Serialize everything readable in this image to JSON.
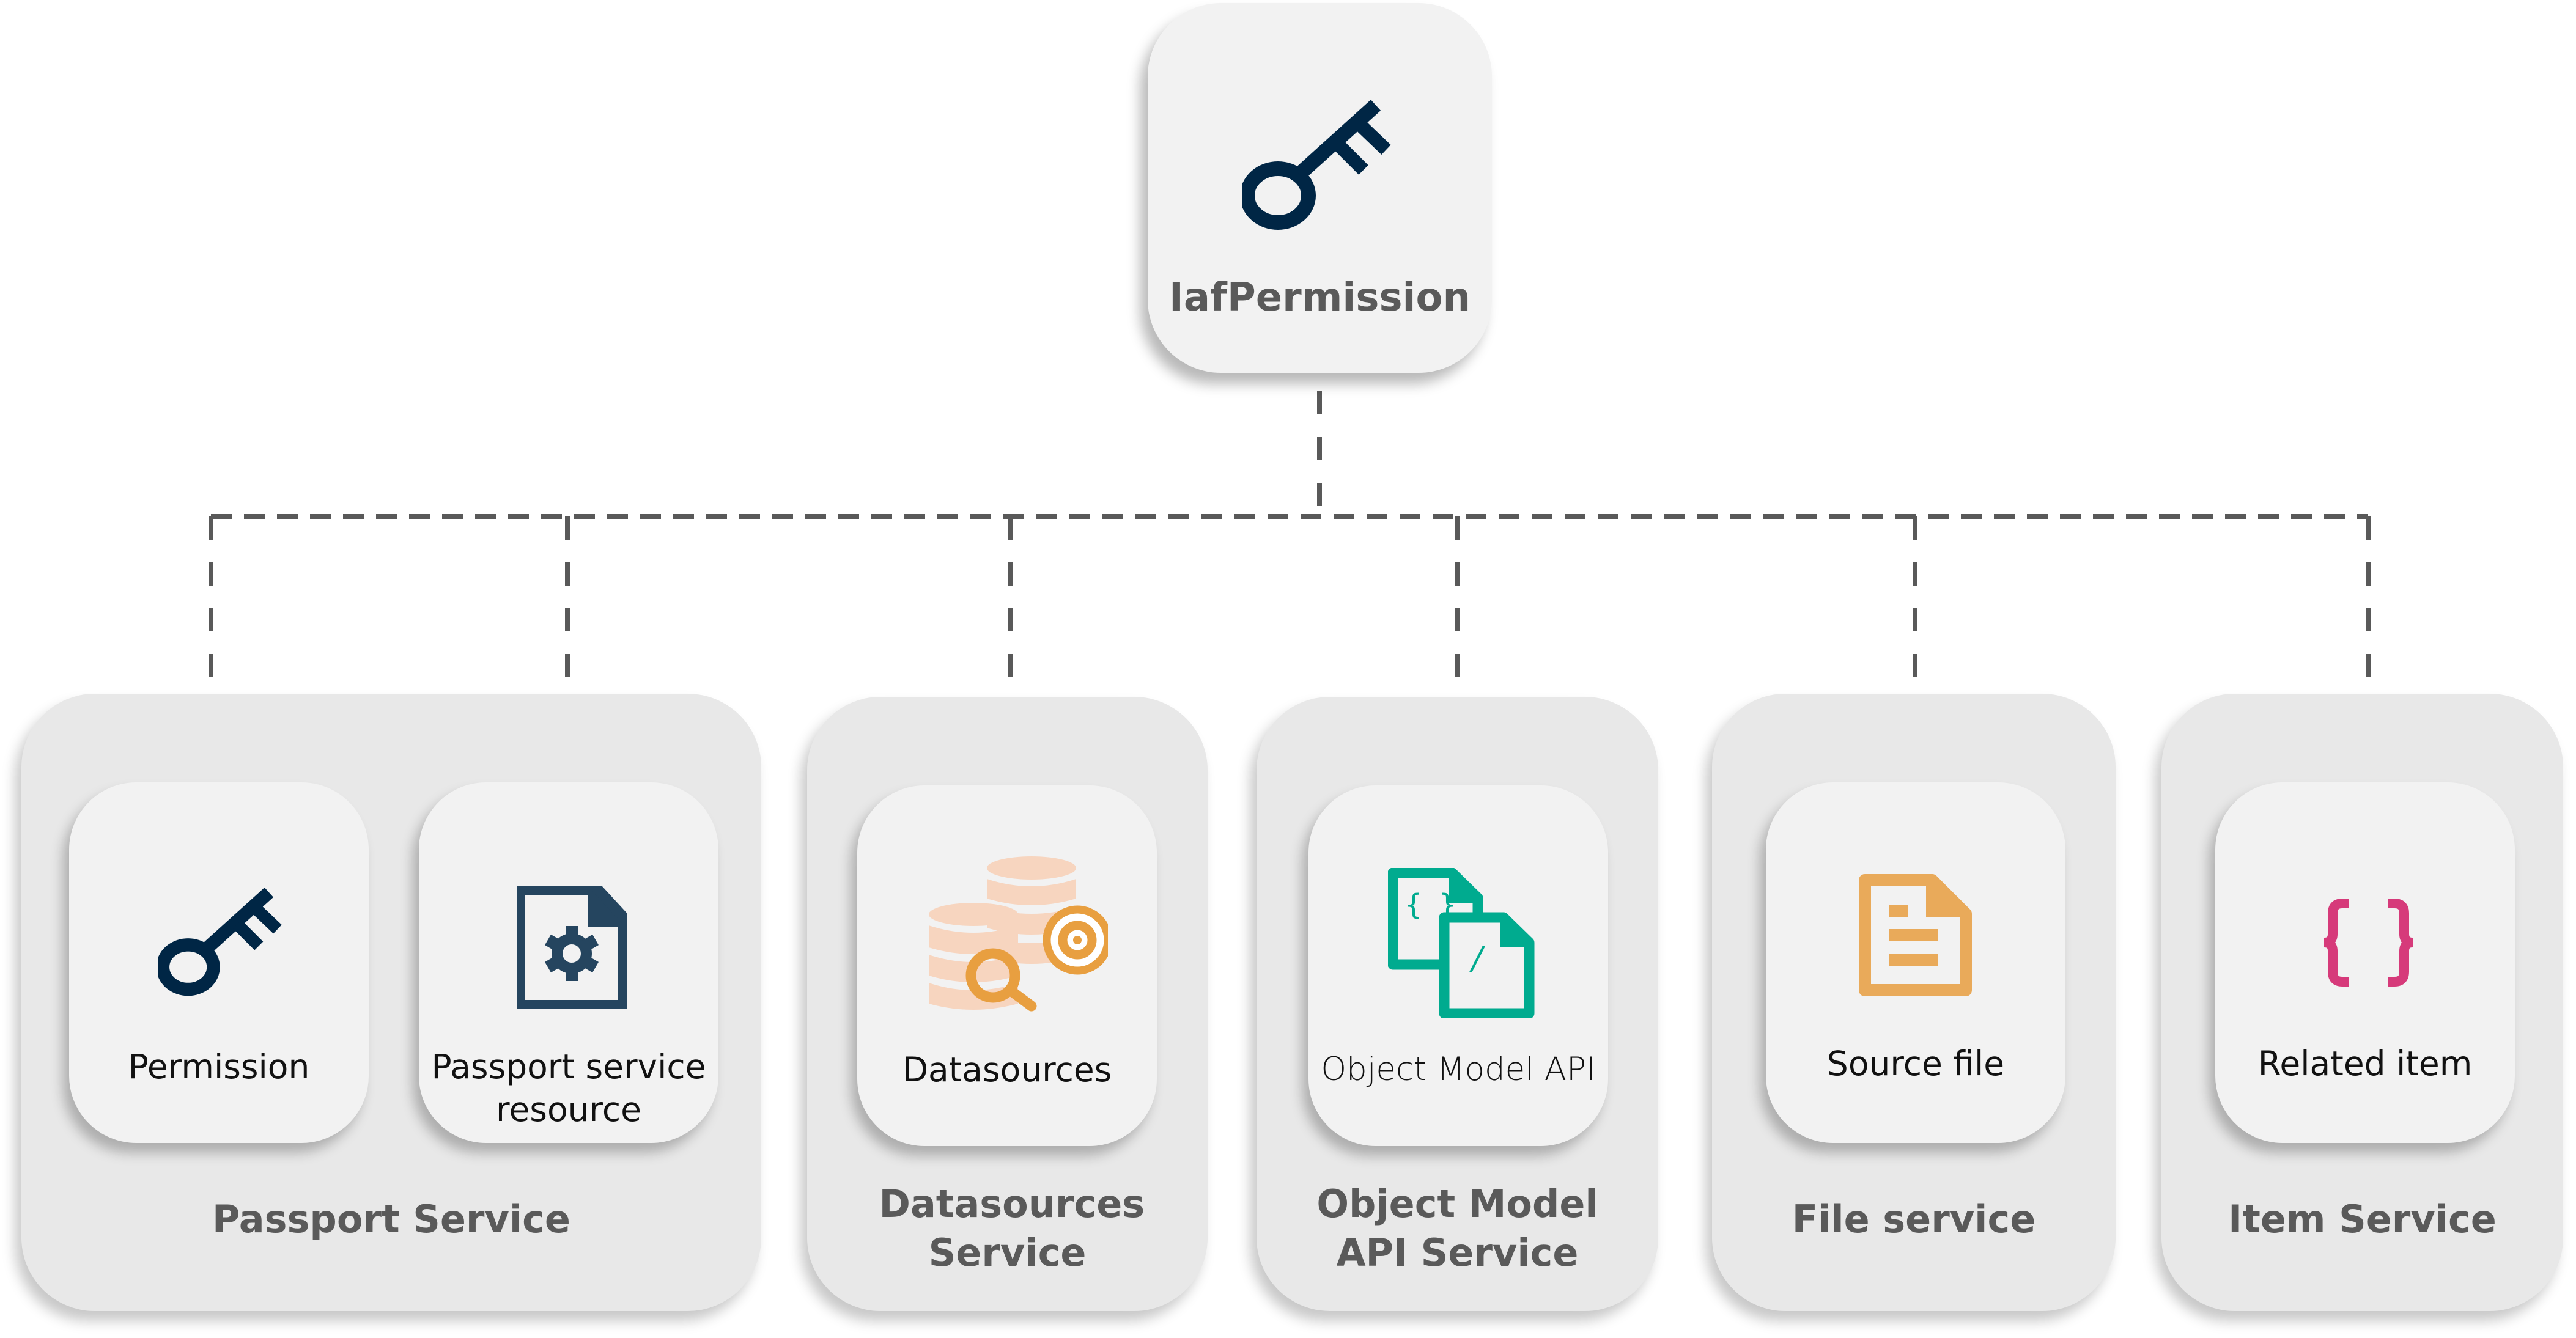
{
  "root": {
    "label": "IafPermission",
    "icon": "key-icon",
    "icon_color": "#002645"
  },
  "connector": {
    "style": "dashed",
    "color": "#595959"
  },
  "groups": [
    {
      "label": "Passport Service",
      "items": [
        {
          "label": "Permission",
          "icon": "key-icon",
          "color": "#002645"
        },
        {
          "label": "Passport service resource",
          "icon": "settings-file-icon",
          "color": "#25455f"
        }
      ]
    },
    {
      "label": "Datasources Service",
      "items": [
        {
          "label": "Datasources",
          "icon": "database-search-icon",
          "color": "#e8a040"
        }
      ]
    },
    {
      "label": "Object Model API Service",
      "items": [
        {
          "label": "Object Model API",
          "icon": "code-files-icon",
          "color": "#00ab8f"
        }
      ]
    },
    {
      "label": "File service",
      "items": [
        {
          "label": "Source file",
          "icon": "document-icon",
          "color": "#e9aa5a"
        }
      ]
    },
    {
      "label": "Item Service",
      "items": [
        {
          "label": "Related item",
          "icon": "curly-braces-icon",
          "color": "#d63a7a"
        }
      ]
    }
  ]
}
